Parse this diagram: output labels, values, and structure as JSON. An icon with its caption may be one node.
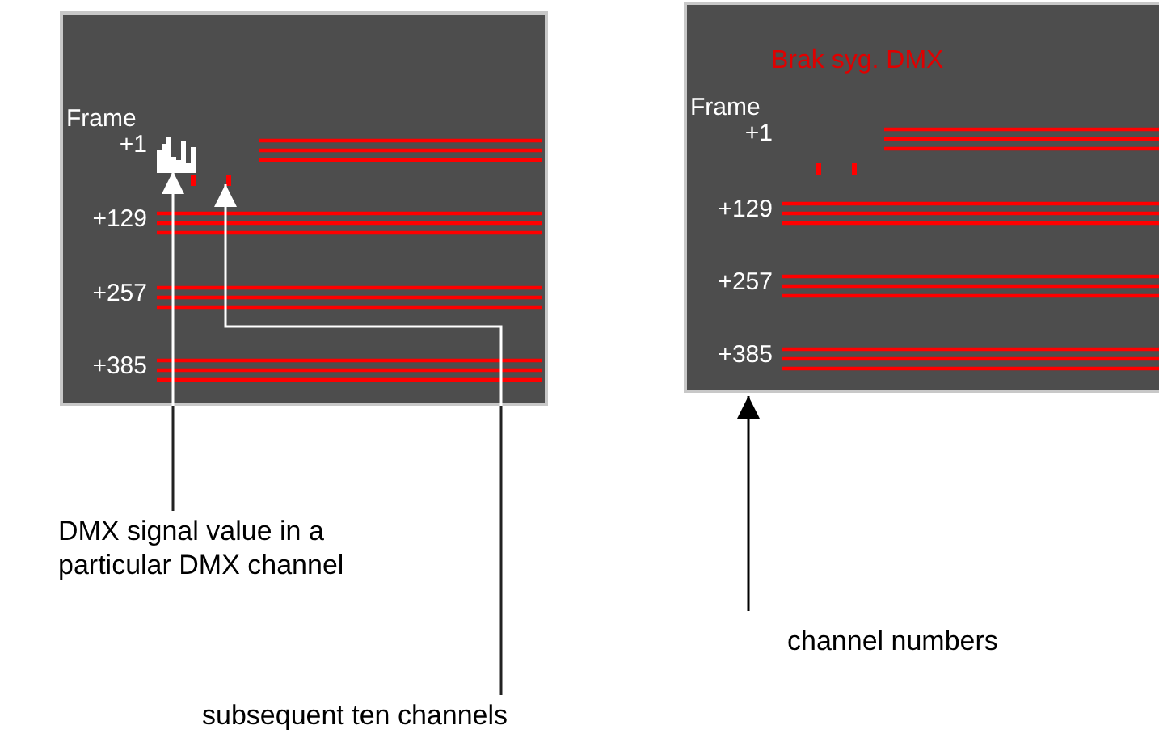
{
  "diagram": {
    "nodes": [
      {
        "text": [
          "Frame",
          "+1",
          "+129",
          "+257",
          "+385"
        ]
      },
      {
        "text": [],
        "shape": "bar",
        "in": 0
      },
      {
        "text": [],
        "shape": "bar",
        "in": 0
      },
      {
        "text": [
          "Brak syg. DMX",
          "Frame",
          "+1",
          "+129",
          "+257",
          "+385"
        ]
      },
      {
        "text": [
          "DMX signal value in a particular DMX channel"
        ]
      },
      {
        "text": [
          "subsequent ten channels"
        ]
      },
      {
        "text": [
          "channel numbers"
        ]
      }
    ],
    "edges": [
      {
        "from": 4,
        "to": 1,
        "arrow": "to"
      },
      {
        "from": 5,
        "to": 2,
        "arrow": "to"
      },
      {
        "from": 6,
        "to": 3,
        "arrow": "to"
      }
    ]
  }
}
